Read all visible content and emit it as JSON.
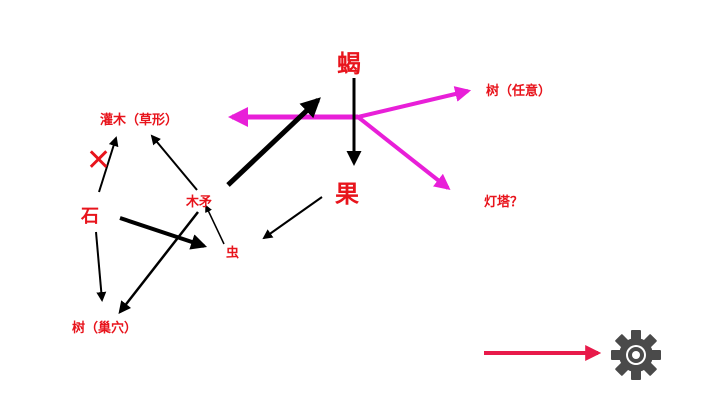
{
  "colors": {
    "label": "#e8141c",
    "arrow_black": "#000000",
    "arrow_magenta": "#e81fd8",
    "arrow_red": "#e81a4a",
    "gear": "#4a4a4a"
  },
  "nodes": {
    "xie": "蝎",
    "guo": "果",
    "shu_renyi": "树（任意）",
    "dengta": "灯塔？",
    "guanmu": "灌木（草形）",
    "mumao": "木矛",
    "shi": "石",
    "chong": "虫",
    "shu_chaoxue": "树（巢穴）"
  },
  "cross_mark": "✕",
  "icons": {
    "settings": "gear-icon"
  }
}
